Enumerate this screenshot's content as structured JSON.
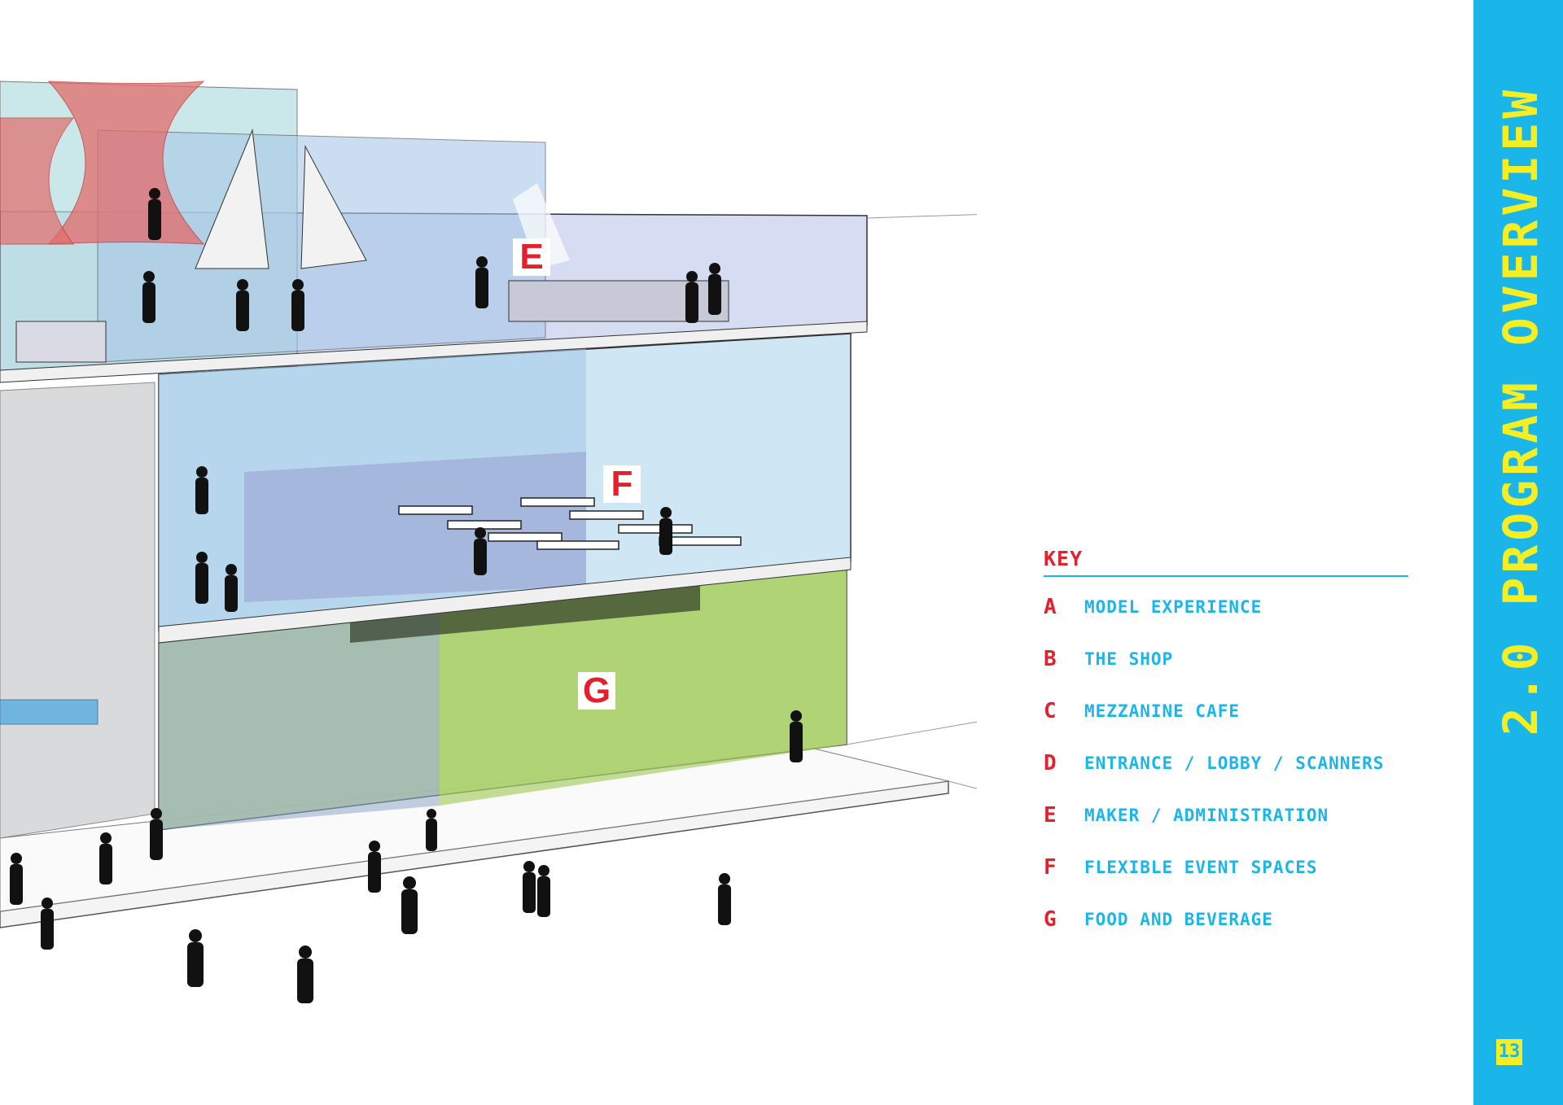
{
  "page": {
    "title": "2.0 PROGRAM OVERVIEW",
    "page_number": "13"
  },
  "key": {
    "heading": "KEY",
    "items": [
      {
        "letter": "A",
        "label": "MODEL EXPERIENCE"
      },
      {
        "letter": "B",
        "label": "THE SHOP"
      },
      {
        "letter": "C",
        "label": "MEZZANINE CAFE"
      },
      {
        "letter": "D",
        "label": "ENTRANCE / LOBBY / SCANNERS"
      },
      {
        "letter": "E",
        "label": "MAKER / ADMINISTRATION"
      },
      {
        "letter": "F",
        "label": "FLEXIBLE EVENT SPACES"
      },
      {
        "letter": "G",
        "label": "FOOD AND BEVERAGE"
      }
    ]
  },
  "zone_tags": {
    "e": "E",
    "f": "F",
    "g": "G"
  },
  "colors": {
    "sidebar": "#1ab6ea",
    "title": "#f5ee23",
    "key_letter": "#e51f2b",
    "key_label": "#1ab6ea"
  }
}
